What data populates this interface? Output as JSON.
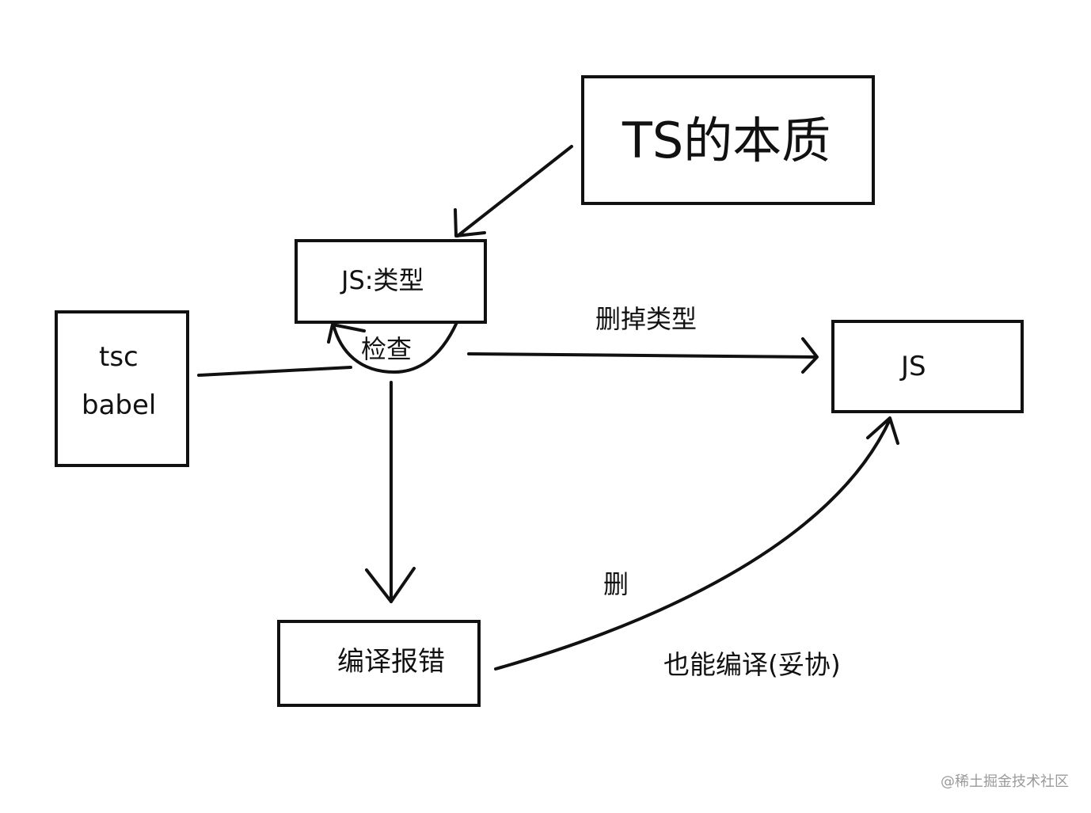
{
  "diagram": {
    "nodes": {
      "ts_essence": "TS的本质",
      "js_type": "JS:类型",
      "tsc_babel": [
        "tsc",
        "babel"
      ],
      "js": "JS",
      "compile_error": "编译报错"
    },
    "edge_labels": {
      "check": "检查",
      "remove_types": "删掉类型",
      "remove": "删",
      "compromise": "也能编译(妥协)"
    }
  },
  "watermark": "@稀土掘金技术社区",
  "colors": {
    "ink": "#111111",
    "background": "#ffffff",
    "watermark": "#9a9a9a"
  }
}
